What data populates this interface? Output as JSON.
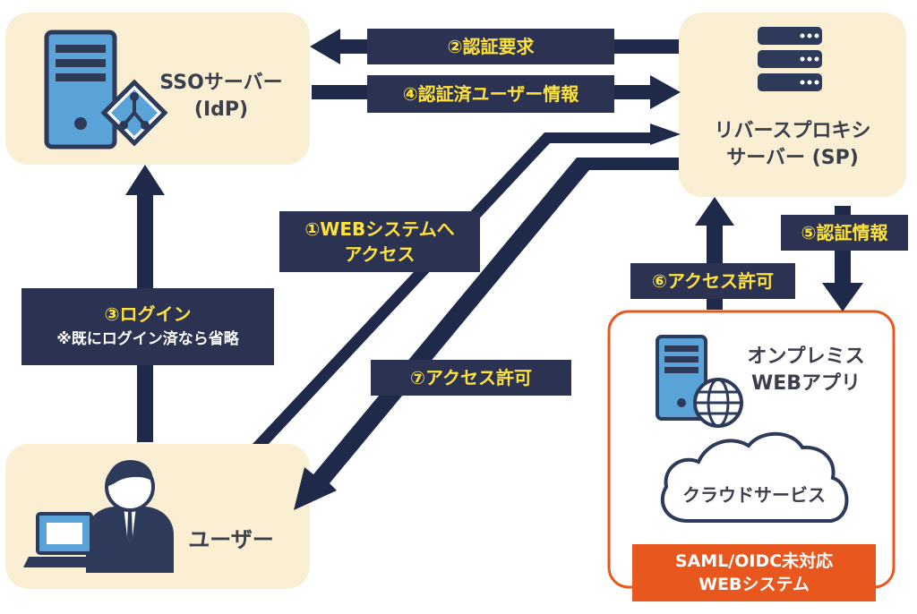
{
  "nodes": {
    "idp": {
      "line1": "SSOサーバー",
      "line2": "(IdP)"
    },
    "sp": {
      "line1": "リバースプロキシ",
      "line2": "サーバー (SP)"
    },
    "user": {
      "label": "ユーザー"
    },
    "onprem": {
      "line1": "オンプレミス",
      "line2": "WEBアプリ"
    },
    "cloud": {
      "label": "クラウドサービス"
    },
    "legacy_badge": {
      "line1": "SAML/OIDC未対応",
      "line2": "WEBシステム"
    }
  },
  "steps": {
    "s1": {
      "line1": "①WEBシステムへ",
      "line2": "アクセス"
    },
    "s2": "②認証要求",
    "s3": {
      "line1": "③ログイン",
      "line2": "※既にログイン済なら省略"
    },
    "s4": "④認証済ユーザー情報",
    "s5": "⑤認証情報",
    "s6": "⑥アクセス許可",
    "s7": "⑦アクセス許可"
  },
  "colors": {
    "node_bg": "#fbefd3",
    "arrow": "#1f2a4a",
    "label_bg": "#2b3252",
    "label_text": "#ffe23a",
    "accent": "#e8581e",
    "icon_blue": "#5aa3d8",
    "icon_dark": "#2d3a5a"
  }
}
